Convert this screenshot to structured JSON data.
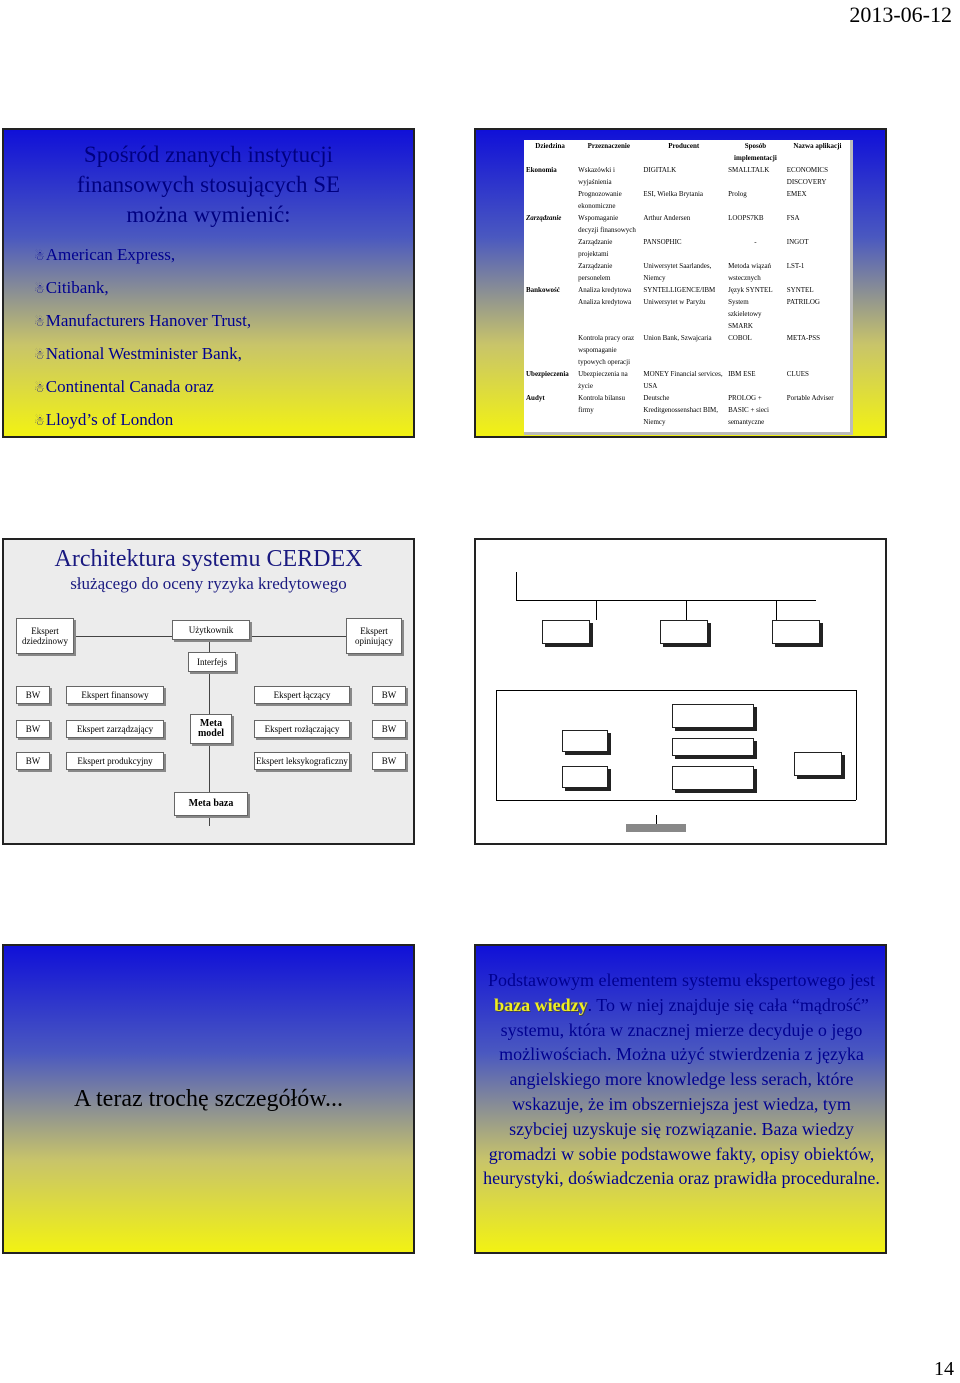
{
  "header": {
    "date": "2013-06-12"
  },
  "footer": {
    "page": "14"
  },
  "slide1": {
    "title": [
      "Spośród znanych instytucji",
      "finansowych stosujących SE",
      "można wymienić:"
    ],
    "bullets": [
      "American Express,",
      "Citibank,",
      "Manufacturers Hanover Trust,",
      "National Westminister Bank,",
      "Continental Canada oraz",
      "Lloyd’s of London"
    ]
  },
  "slide2": {
    "headers": [
      "Dziedzina",
      "Przeznaczenie",
      "Producent",
      "Sposób implementacji",
      "Nazwa aplikacji"
    ],
    "rows": [
      [
        "Ekonomia",
        "Wskazówki i wyjaśnienia",
        "DIGITALK",
        "SMALLTALK",
        "ECONOMICS DISCOVERY"
      ],
      [
        "",
        "Prognozowanie ekonomiczne",
        "ESI, Wielka Brytania",
        "Prolog",
        "EMEX"
      ],
      [
        "Zarządzanie",
        "Wspomaganie decyzji finansowych",
        "Arthur Andersen",
        "LOOPS7KB",
        "FSA"
      ],
      [
        "",
        "Zarządzanie projektami",
        "PANSOPHIC",
        "-",
        "INGOT"
      ],
      [
        "",
        "Zarządzanie personelem",
        "Uniwersytet Saarlandes, Niemcy",
        "Metoda wiązań wstecznych",
        "LST-1"
      ],
      [
        "Bankowość",
        "Analiza kredytowa",
        "SYNTELLIGENCE/IBM",
        "Język SYNTEL",
        "SYNTEL"
      ],
      [
        "",
        "Analiza kredytowa",
        "Uniwersytet w Paryżu",
        "System szkieletowy SMARK",
        "PATRILOG"
      ],
      [
        "",
        "Kontrola pracy oraz wspomaganie typowych operacji",
        "Union Bank, Szwajcaria",
        "COBOL",
        "META-PSS"
      ],
      [
        "Ubezpieczenia",
        "Ubezpieczenia na życie",
        "MONEY Financial services, USA",
        "IBM ESE",
        "CLUES"
      ],
      [
        "Audyt",
        "Kontrola bilansu firmy",
        "Deutsche Kreditgenossenshact BIM, Niemcy",
        "PROLOG + BASIC + sieci semantyczne",
        "Portable Adviser"
      ]
    ]
  },
  "slide3": {
    "title": "Architektura systemu CERDEX",
    "subtitle": "służącego do oceny ryzyka kredytowego",
    "top_boxes": [
      "Ekspert dziedzinowy",
      "Użytkownik",
      "Ekspert opiniujący"
    ],
    "interface": "Interfejs",
    "row1": [
      "BW",
      "Ekspert finansowy",
      "Ekspert łączący",
      "BW"
    ],
    "row2": [
      "BW",
      "Ekspert zarządzający",
      "Meta model",
      "Ekspert rozłączający",
      "BW"
    ],
    "row3": [
      "BW",
      "Ekspert produkcyjny",
      "Ekspert leksykograficzny",
      "BW"
    ],
    "bottom": "Meta baza"
  },
  "slide5": {
    "text": "A teraz trochę szczegółów..."
  },
  "slide6": {
    "before": "Podstawowym elementem systemu ekspertowego jest ",
    "highlight": "baza wiedzy",
    "after": ". To w niej znajduje się cała “mądrość” systemu, która w znacznej mierze decyduje o jego możliwościach. Można użyć stwierdzenia z języka angielskiego more knowledge less serach, które wskazuje, że im obszerniejsza jest wiedza, tym szybciej uzyskuje się rozwiązanie. Baza wiedzy gromadzi w sobie podstawowe fakty, opisy obiektów, heurystyki, doświadczenia oraz prawidła proceduralne."
  }
}
